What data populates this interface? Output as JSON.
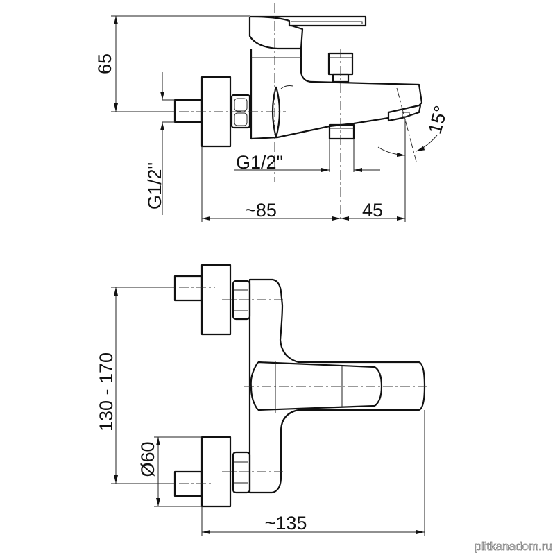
{
  "title": "Bath mixer technical drawing",
  "side_view": {
    "dims": {
      "height": "65",
      "inlet_thread": "G1/2\"",
      "outlet_thread": "G1/2\"",
      "depth_body": "~85",
      "spout_offset": "45",
      "spout_angle": "15°"
    }
  },
  "top_view": {
    "dims": {
      "inlet_spacing": "130 - 170",
      "flange_diameter": "Ø60",
      "total_depth": "~135"
    }
  },
  "watermark": "plitkanadom.ru"
}
